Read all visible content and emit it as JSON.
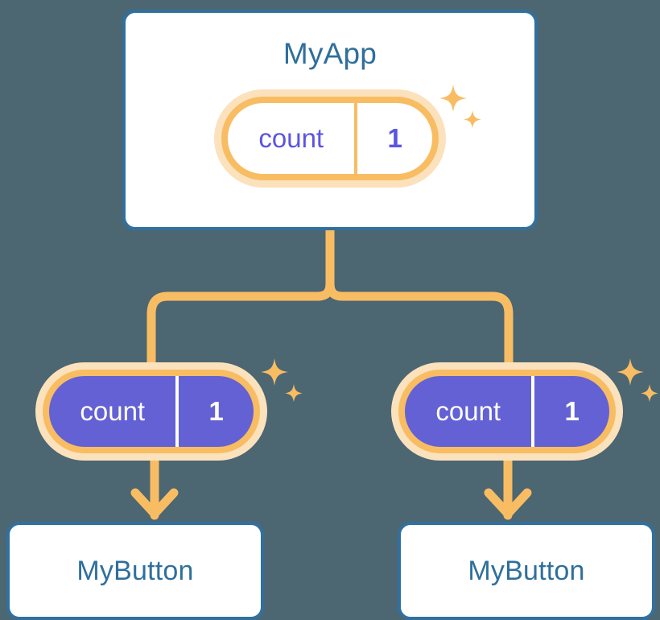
{
  "diagram": {
    "background_color": "#4c6672",
    "accent_blue": "#31709e",
    "accent_orange": "#f8bd63",
    "accent_orange_light": "#fbe2bd",
    "accent_purple": "#6361d4",
    "accent_indigo_text": "#5b55e0",
    "title": "MyApp"
  },
  "root": {
    "label": "MyApp",
    "state": {
      "key": "count",
      "value": "1"
    }
  },
  "children": [
    {
      "id": "left",
      "label": "MyButton",
      "state": {
        "key": "count",
        "value": "1"
      }
    },
    {
      "id": "right",
      "label": "MyButton",
      "state": {
        "key": "count",
        "value": "1"
      }
    }
  ],
  "icons": {
    "sparkle_large": "sparkle-icon",
    "sparkle_small": "sparkle-small-icon"
  },
  "chart_data": {
    "type": "diagram",
    "title": "MyApp",
    "nodes": [
      {
        "id": "root",
        "label": "MyApp",
        "kind": "component",
        "state_key": "count",
        "state_value": "1",
        "style": "light"
      },
      {
        "id": "child-left",
        "label": "MyButton",
        "kind": "component",
        "state_key": "count",
        "state_value": "1",
        "style": "filled"
      },
      {
        "id": "child-right",
        "label": "MyButton",
        "kind": "component",
        "state_key": "count",
        "state_value": "1",
        "style": "filled"
      }
    ],
    "edges": [
      {
        "from": "root",
        "to": "child-left",
        "style": "orthogonal"
      },
      {
        "from": "root",
        "to": "child-right",
        "style": "orthogonal"
      },
      {
        "from": "child-left",
        "to": "leaf-left",
        "style": "arrow"
      },
      {
        "from": "child-right",
        "to": "leaf-right",
        "style": "arrow"
      }
    ]
  }
}
